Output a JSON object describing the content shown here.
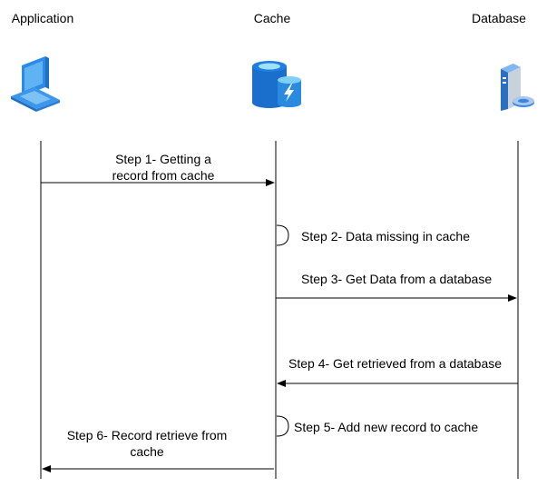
{
  "participants": [
    {
      "id": "app",
      "label": "Application",
      "icon": "laptop-icon"
    },
    {
      "id": "cache",
      "label": "Cache",
      "icon": "cache-database-icon"
    },
    {
      "id": "db",
      "label": "Database",
      "icon": "database-server-icon"
    }
  ],
  "steps": [
    {
      "label": "Step 1- Getting a\nrecord from cache",
      "from": "app",
      "to": "cache"
    },
    {
      "label": "Step 2- Data missing in cache",
      "from": "cache",
      "to": "cache"
    },
    {
      "label": "Step 3- Get Data from a database",
      "from": "cache",
      "to": "db"
    },
    {
      "label": "Step 4- Get retrieved from a database",
      "from": "db",
      "to": "cache"
    },
    {
      "label": "Step 5- Add new record to cache",
      "from": "cache",
      "to": "cache"
    },
    {
      "label": "Step 6- Record retrieve from\ncache",
      "from": "cache",
      "to": "app"
    }
  ],
  "colors": {
    "line": "#000000",
    "laptop": "#2b8be6",
    "laptop_dark": "#1f6fc2",
    "cache_blue": "#1a6fcc",
    "cache_light": "#7fd0f5",
    "server_blue": "#3b86e0",
    "server_gray": "#c9d2dc"
  }
}
